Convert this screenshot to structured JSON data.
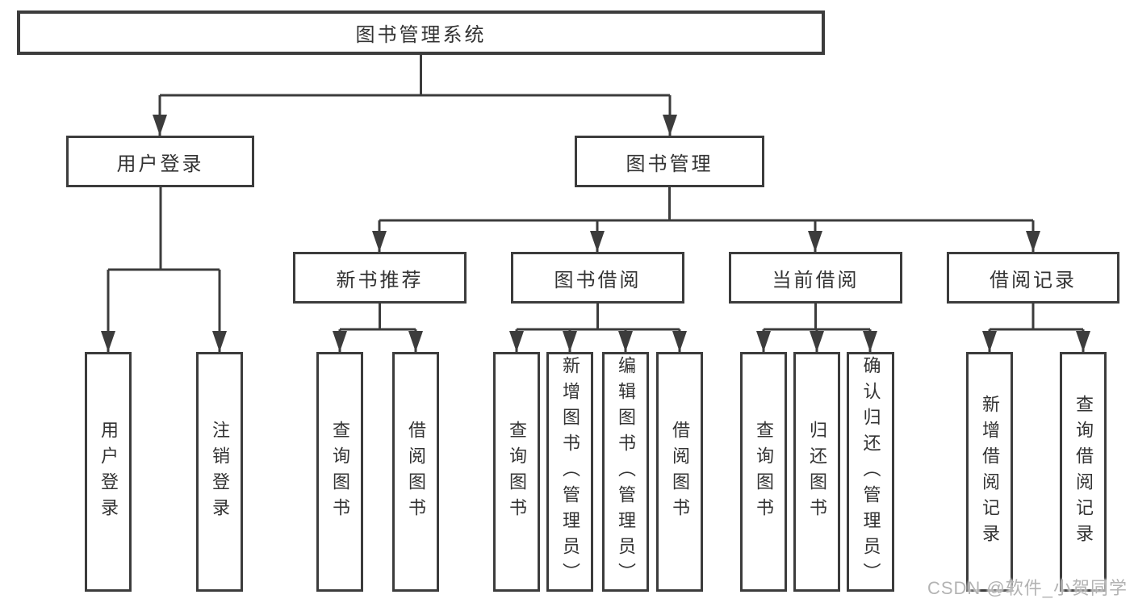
{
  "diagram": {
    "title_node": {
      "label": "图书管理系统"
    },
    "level2": [
      {
        "label": "用户登录"
      },
      {
        "label": "图书管理"
      }
    ],
    "level3": [
      {
        "label": "新书推荐"
      },
      {
        "label": "图书借阅"
      },
      {
        "label": "当前借阅"
      },
      {
        "label": "借阅记录"
      }
    ],
    "leaves_user_login": [
      {
        "label": "用户登录"
      },
      {
        "label": "注销登录"
      }
    ],
    "leaves_new_books": [
      {
        "label": "查询图书"
      },
      {
        "label": "借阅图书"
      }
    ],
    "leaves_book_borrow": [
      {
        "label": "查询图书"
      },
      {
        "label": "新增图书（管理员）"
      },
      {
        "label": "编辑图书（管理员）"
      },
      {
        "label": "借阅图书"
      }
    ],
    "leaves_current_borrow": [
      {
        "label": "查询图书"
      },
      {
        "label": "归还图书"
      },
      {
        "label": "确认归还（管理员）"
      }
    ],
    "leaves_borrow_records": [
      {
        "label": "新增借阅记录"
      },
      {
        "label": "查询借阅记录"
      }
    ],
    "watermark": "CSDN @软件_小贺同学",
    "colors": {
      "line": "#3c3c3c",
      "text": "#333333",
      "watermark": "#b3b3b3",
      "background": "#ffffff"
    }
  }
}
